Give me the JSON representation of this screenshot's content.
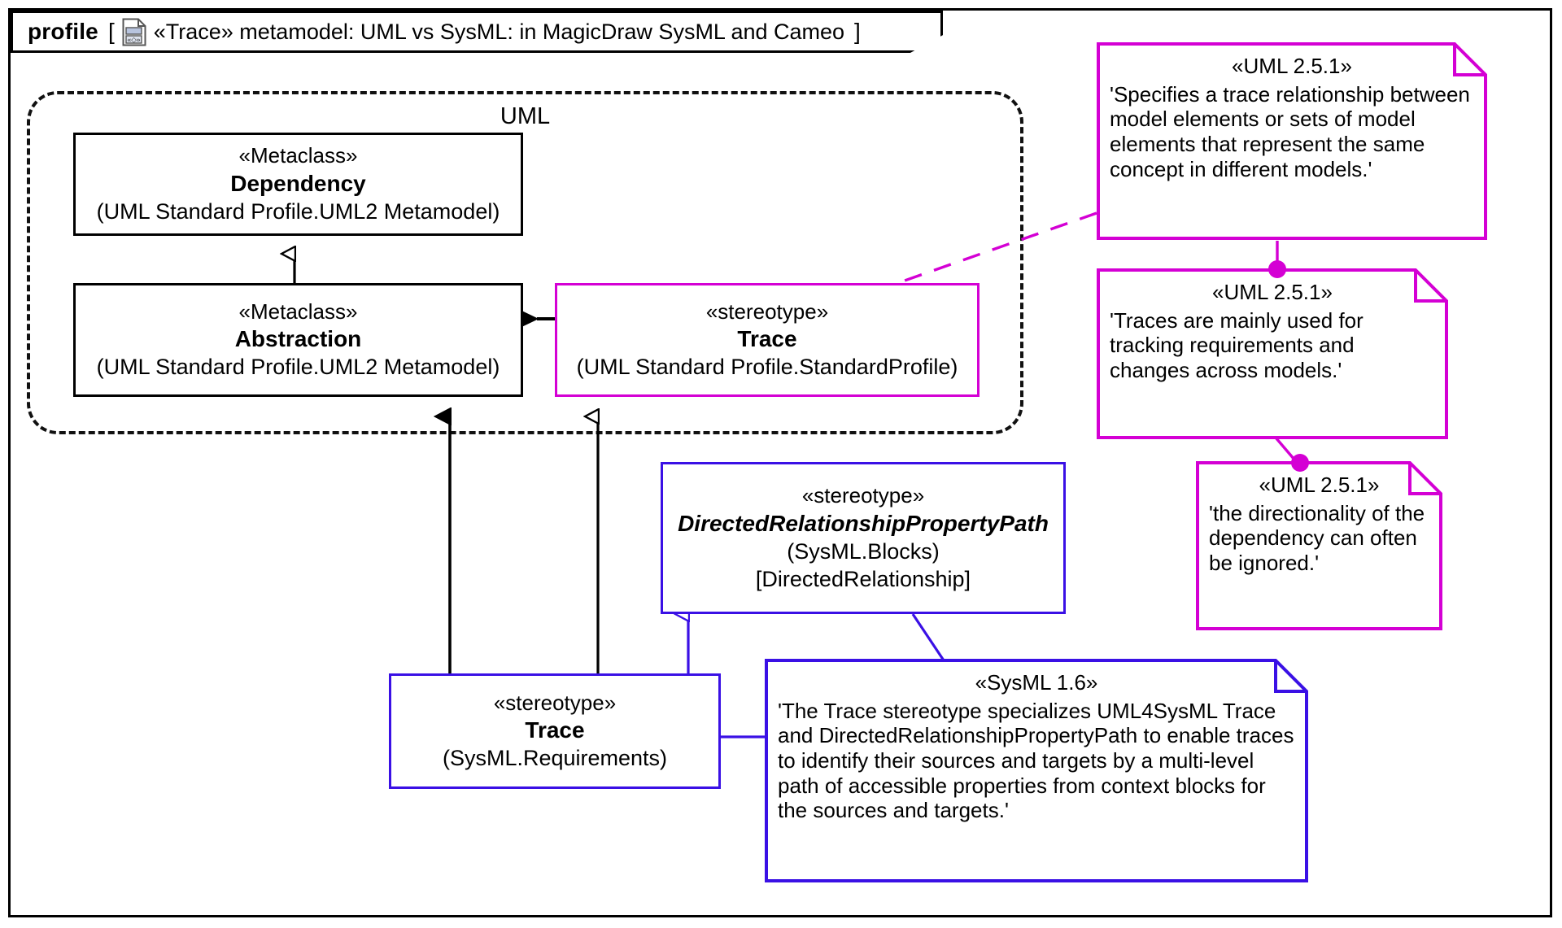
{
  "diagram": {
    "frame_keyword": "profile",
    "bracket_open": "[",
    "bracket_close": "]",
    "title": "«Trace» metamodel: UML vs SysML: in MagicDraw SysML and Cameo",
    "icon": "profile-document-icon",
    "colors": {
      "black": "#000000",
      "magenta": "#d400d4",
      "blue": "#3a10e5",
      "background": "#ffffff"
    }
  },
  "package": {
    "name": "UML",
    "style": "dashed-rounded"
  },
  "classes": [
    {
      "id": "dependency",
      "keyword": "«Metaclass»",
      "name": "Dependency",
      "qualified": "(UML Standard Profile.UML2 Metamodel)",
      "color": "#000000"
    },
    {
      "id": "abstraction",
      "keyword": "«Metaclass»",
      "name": "Abstraction",
      "qualified": "(UML Standard Profile.UML2 Metamodel)",
      "color": "#000000"
    },
    {
      "id": "trace-uml",
      "keyword": "«stereotype»",
      "name": "Trace",
      "qualified": "(UML Standard Profile.StandardProfile)",
      "color": "#d400d4"
    },
    {
      "id": "drpp",
      "keyword": "«stereotype»",
      "name": "DirectedRelationshipPropertyPath",
      "qualified": "(SysML.Blocks)",
      "bracket": "[DirectedRelationship]",
      "color": "#3a10e5"
    },
    {
      "id": "trace-sysml",
      "keyword": "«stereotype»",
      "name": "Trace",
      "qualified": "(SysML.Requirements)",
      "color": "#3a10e5"
    }
  ],
  "notes": [
    {
      "id": "note-uml-specifies",
      "header": "«UML 2.5.1»",
      "text": "'Specifies a trace relationship between model elements or sets of model elements that represent the same concept in different models.'",
      "color": "#d400d4"
    },
    {
      "id": "note-uml-traces",
      "header": "«UML 2.5.1»",
      "text": "'Traces are mainly used for tracking requirements and changes across models.'",
      "color": "#d400d4"
    },
    {
      "id": "note-uml-directionality",
      "header": "«UML 2.5.1»",
      "text": "'the directionality of the dependency can often be ignored.'",
      "color": "#d400d4"
    },
    {
      "id": "note-sysml-trace",
      "header": "«SysML 1.6»",
      "text": "'The Trace stereotype specializes UML4SysML Trace and DirectedRelationshipPropertyPath to enable traces to identify their sources and targets by a multi-level path of accessible properties from context blocks for the sources and targets.'",
      "color": "#3a10e5"
    }
  ],
  "relations": [
    {
      "id": "gen-abstraction-dependency",
      "type": "generalization",
      "from": "abstraction",
      "to": "dependency",
      "color": "#000000",
      "head": "hollow-triangle"
    },
    {
      "id": "ext-trace-abstraction",
      "type": "extension",
      "from": "trace-uml",
      "to": "abstraction",
      "color": "#000000",
      "head": "filled-triangle"
    },
    {
      "id": "ext-tracesysml-abstraction",
      "type": "extension",
      "from": "trace-sysml",
      "to": "abstraction",
      "color": "#000000",
      "head": "filled-triangle"
    },
    {
      "id": "gen-tracesysml-traceuml",
      "type": "generalization",
      "from": "trace-sysml",
      "to": "trace-uml",
      "color": "#000000",
      "head": "hollow-triangle"
    },
    {
      "id": "gen-tracesysml-drpp",
      "type": "generalization",
      "from": "trace-sysml",
      "to": "drpp",
      "color": "#3a10e5",
      "head": "hollow-triangle"
    },
    {
      "id": "anchor-note1-traceuml",
      "type": "note-anchor",
      "from": "note-uml-specifies",
      "to": "trace-uml",
      "color": "#d400d4",
      "style": "dashed"
    },
    {
      "id": "anchor-note1-note2",
      "type": "note-link",
      "from": "note-uml-specifies",
      "to": "note-uml-traces",
      "color": "#d400d4"
    },
    {
      "id": "anchor-note2-note3",
      "type": "note-link",
      "from": "note-uml-traces",
      "to": "note-uml-directionality",
      "color": "#d400d4"
    },
    {
      "id": "anchor-note4-drpp",
      "type": "note-anchor",
      "from": "note-sysml-trace",
      "to": "drpp",
      "color": "#3a10e5"
    },
    {
      "id": "anchor-note4-tracesysml",
      "type": "note-anchor",
      "from": "note-sysml-trace",
      "to": "trace-sysml",
      "color": "#3a10e5"
    }
  ]
}
